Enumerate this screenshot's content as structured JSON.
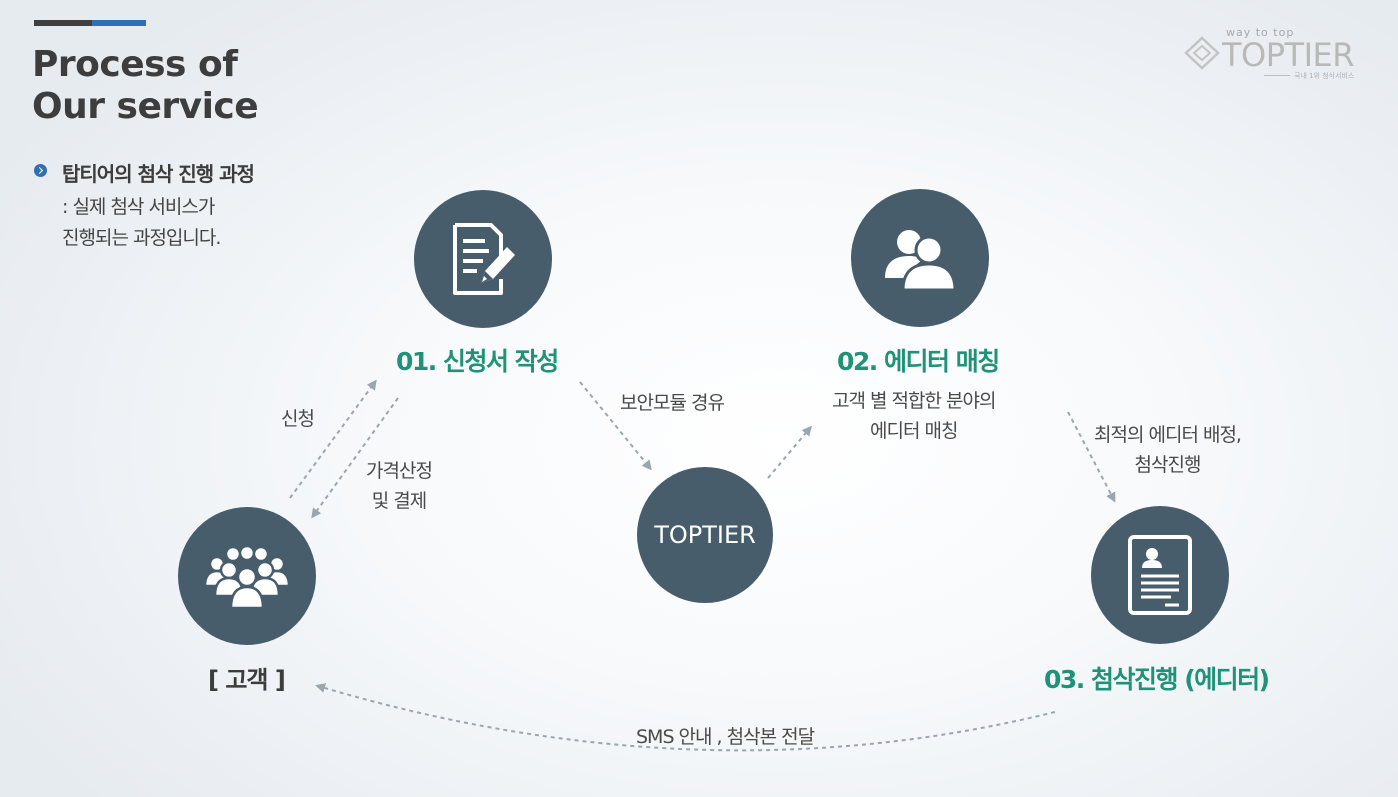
{
  "header": {
    "title_line1": "Process of",
    "title_line2": "Our service"
  },
  "logo": {
    "tagline": "way to top",
    "brand": "TOPTIER",
    "sub": "국내 1위 첨삭서비스"
  },
  "intro": {
    "heading": "탑티어의 첨삭 진행 과정",
    "desc_line1": ": 실제 첨삭 서비스가",
    "desc_line2": "진행되는 과정입니다."
  },
  "steps": {
    "step1": "01. 신청서 작성",
    "step2": "02. 에디터 매칭",
    "step3": "03. 첨삭진행 (에디터)",
    "customer": "[ 고객 ]",
    "hub_brand": "TOPTIER"
  },
  "notes": {
    "apply": "신청",
    "price_line1": "가격산정",
    "price_line2": "및 결제",
    "security": "보안모듈 경유",
    "match_line1": "고객 별 적합한 분야의",
    "match_line2": "에디터 매칭",
    "assign_line1": "최적의 에디터 배정,",
    "assign_line2": "첨삭진행",
    "sms": "SMS 안내 , 첨삭본 전달"
  },
  "icons": {
    "step1": "document-pen-icon",
    "step2": "people-icon",
    "step3": "profile-document-icon",
    "customer": "group-icon"
  },
  "colors": {
    "circle": "#485d6b",
    "step_label": "#1f9278",
    "accent_blue": "#2f6fb3",
    "arrow": "#9aa6ad"
  }
}
